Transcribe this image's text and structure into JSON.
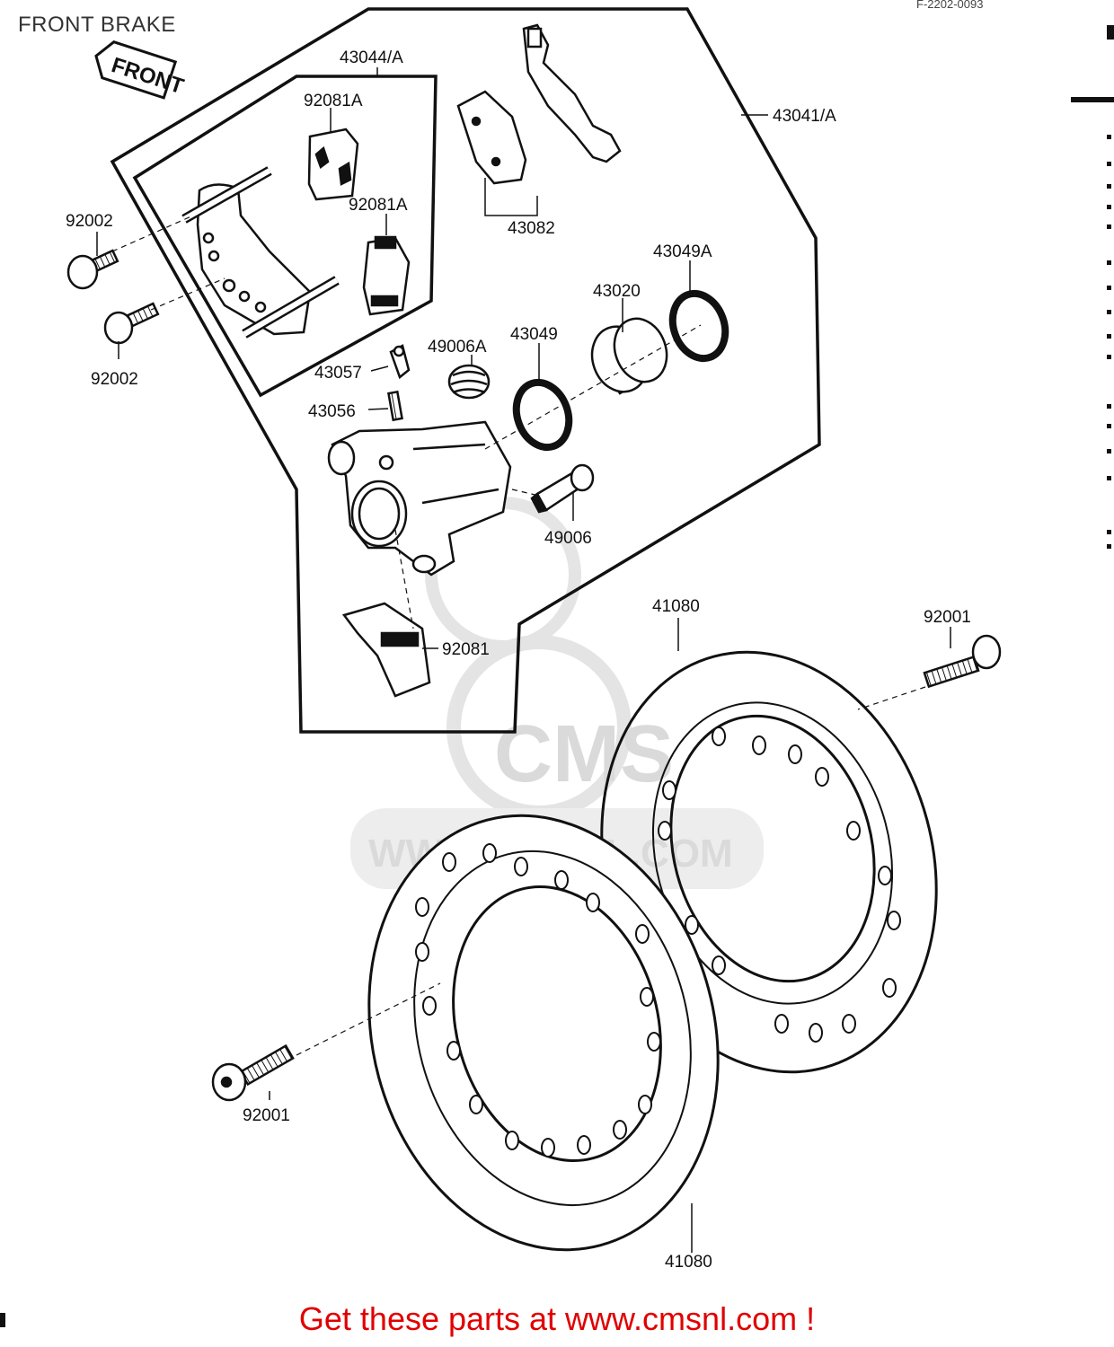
{
  "title": "FRONT BRAKE",
  "ref_code": "F-2202-0093",
  "front_tag": "FRONT",
  "watermark": {
    "logo": "CMS",
    "url": "WWW.CMSNL.COM"
  },
  "footer": {
    "prefix": "Get these parts at ",
    "link": "www.cmsnl.com",
    "suffix": " !",
    "color": "#e00000"
  },
  "parts": {
    "p43044A": "43044/A",
    "p43041A": "43041/A",
    "p92081A_1": "92081A",
    "p92081A_2": "92081A",
    "p43082": "43082",
    "p92002_1": "92002",
    "p92002_2": "92002",
    "p43049A": "43049A",
    "p43020": "43020",
    "p43049": "43049",
    "p49006A": "49006A",
    "p43057": "43057",
    "p43056": "43056",
    "p49006": "49006",
    "p41080_1": "41080",
    "p41080_2": "41080",
    "p92001_1": "92001",
    "p92001_2": "92001",
    "p92081": "92081"
  }
}
